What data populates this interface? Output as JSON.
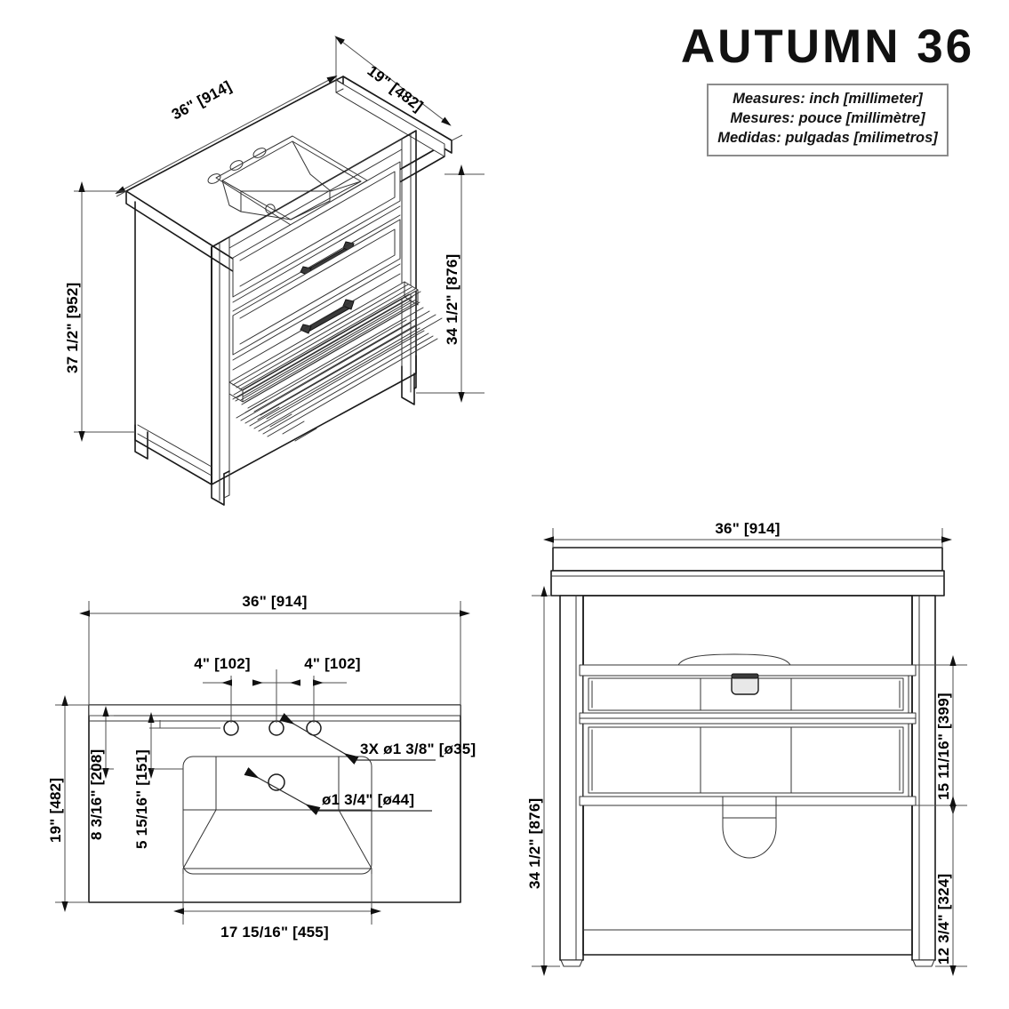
{
  "title_block": {
    "model_title": "AUTUMN 36",
    "units_legend": [
      "Measures: inch [millimeter]",
      "Mesures: pouce [millimètre]",
      "Medidas: pulgadas [milimetros]"
    ]
  },
  "views": {
    "isometric": {
      "name": "isometric-view",
      "dimensions": {
        "width": "36\" [914]",
        "depth": "19\" [482]",
        "overall_height": "37 1/2\" [952]",
        "counter_height": "34 1/2\" [876]"
      }
    },
    "top": {
      "name": "top-view",
      "dimensions": {
        "width": "36\" [914]",
        "depth": "19\" [482]",
        "faucet_spread_left": "4\" [102]",
        "faucet_spread_right": "4\" [102]",
        "backsplash_to_holes": "8 3/16\" [208]",
        "holes_to_bowl": "5 15/16\" [151]",
        "bowl_width": "17 15/16\" [455]",
        "faucet_holes_callout": "3X ø1 3/8\" [ø35]",
        "drain_callout": "ø1 3/4\" [ø44]"
      }
    },
    "front": {
      "name": "front-elevation-view",
      "dimensions": {
        "width": "36\" [914]",
        "height": "34 1/2\" [876]",
        "top_to_shelf": "15 11/16\" [399]",
        "shelf_to_floor": "12 3/4\" [324]"
      }
    }
  },
  "colors": {
    "line": "#1a1a1a",
    "dimension_line": "#4d4d4d",
    "background": "#ffffff",
    "legend_border": "#8c8c8c"
  }
}
